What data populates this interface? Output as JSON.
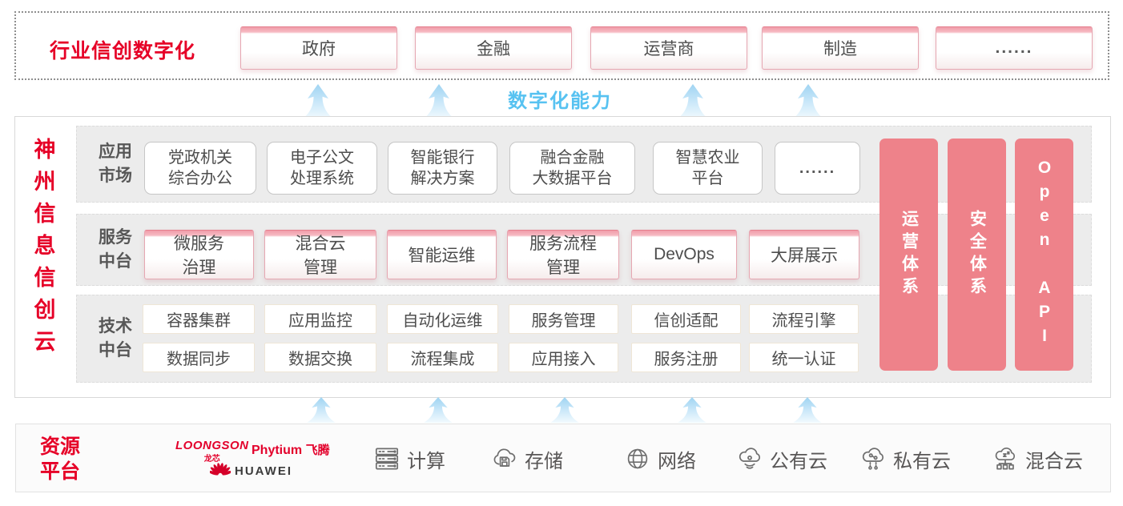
{
  "colors": {
    "accent_red": "#e60027",
    "pillar_pink": "#ee828a",
    "capability_blue": "#57c2f1",
    "box_text_gray": "#4d4d4d",
    "row_bg_gray": "#ececec"
  },
  "top_banner": {
    "title": "行业信创数字化",
    "industries": [
      "政府",
      "金融",
      "运营商",
      "制造",
      "......"
    ]
  },
  "capability_label": "数字化能力",
  "platform": {
    "vertical_title": "神州信息信创云",
    "rows": [
      {
        "label": "应用\n市场",
        "items": [
          "党政机关\n综合办公",
          "电子公文\n处理系统",
          "智能银行\n解决方案",
          "融合金融\n大数据平台",
          "智慧农业\n平台",
          "......"
        ]
      },
      {
        "label": "服务\n中台",
        "items": [
          "微服务\n治理",
          "混合云\n管理",
          "智能运维",
          "服务流程\n管理",
          "DevOps",
          "大屏展示"
        ]
      },
      {
        "label": "技术\n中台",
        "items_top": [
          "容器集群",
          "应用监控",
          "自动化运维",
          "服务管理",
          "信创适配",
          "流程引擎"
        ],
        "items_bottom": [
          "数据同步",
          "数据交换",
          "流程集成",
          "应用接入",
          "服务注册",
          "统一认证"
        ]
      }
    ],
    "pillars": [
      "运营体系",
      "安全体系",
      "Open API"
    ]
  },
  "resource_platform": {
    "title": "资源\n平台",
    "vendors": {
      "loongson": "LOONGSON",
      "loongson_cn": "龙芯",
      "phytium": "Phytium",
      "phytium_cn": "飞腾",
      "huawei": "HUAWEI"
    },
    "items": [
      {
        "label": "计算",
        "icon": "server-icon"
      },
      {
        "label": "存储",
        "icon": "storage-cloud-icon"
      },
      {
        "label": "网络",
        "icon": "network-globe-icon"
      },
      {
        "label": "公有云",
        "icon": "public-cloud-icon"
      },
      {
        "label": "私有云",
        "icon": "private-cloud-icon"
      },
      {
        "label": "混合云",
        "icon": "hybrid-cloud-icon"
      }
    ]
  }
}
